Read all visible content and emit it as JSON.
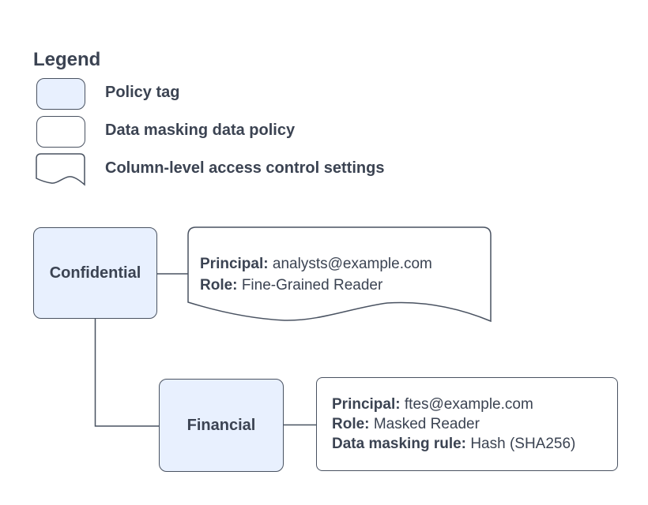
{
  "legend": {
    "title": "Legend",
    "items": [
      {
        "swatch": "policy-tag-swatch",
        "label": "Policy tag"
      },
      {
        "swatch": "data-policy-swatch",
        "label": "Data masking data policy"
      },
      {
        "swatch": "document-swatch",
        "label": "Column-level access control settings"
      }
    ]
  },
  "nodes": {
    "confidential": {
      "label": "Confidential"
    },
    "financial": {
      "label": "Financial"
    },
    "access_settings": {
      "lines": [
        {
          "label": "Principal:",
          "value": "analysts@example.com"
        },
        {
          "label": "Role:",
          "value": "Fine-Grained Reader"
        }
      ]
    },
    "masking_policy": {
      "lines": [
        {
          "label": "Principal:",
          "value": "ftes@example.com"
        },
        {
          "label": "Role:",
          "value": "Masked Reader"
        },
        {
          "label": "Data masking rule:",
          "value": "Hash (SHA256)"
        }
      ]
    }
  },
  "colors": {
    "policy_tag_fill": "#e8f0fe",
    "shape_stroke": "#495261",
    "text": "#3b4352",
    "background": "#ffffff"
  }
}
